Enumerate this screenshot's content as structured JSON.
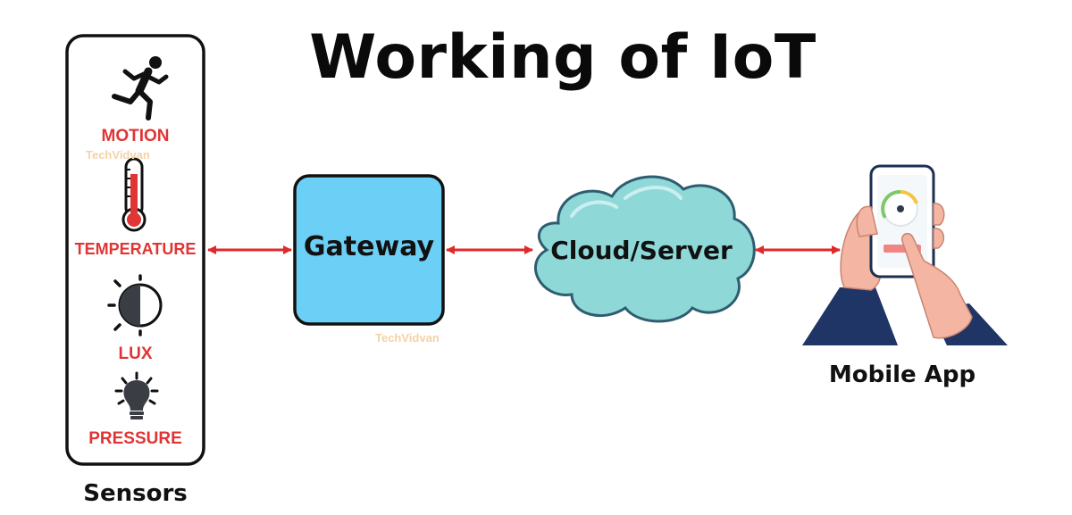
{
  "title": "Working of IoT",
  "sensors": {
    "caption": "Sensors",
    "items": [
      {
        "label": "MOTION",
        "icon": "running-person-icon"
      },
      {
        "label": "TEMPERATURE",
        "icon": "thermometer-icon"
      },
      {
        "label": "LUX",
        "icon": "light-brightness-icon"
      },
      {
        "label": "PRESSURE",
        "icon": "light-bulb-icon"
      }
    ]
  },
  "gateway": {
    "label": "Gateway"
  },
  "cloud": {
    "label": "Cloud/Server"
  },
  "mobile": {
    "caption": "Mobile App",
    "icon": "hand-holding-phone-icon"
  },
  "connectors": [
    "double-arrow",
    "double-arrow",
    "double-arrow"
  ],
  "watermarks": [
    "TechVidvan",
    "TechVidvan"
  ],
  "colors": {
    "sensor_label": "#e03535",
    "arrow": "#e02a2a",
    "gateway_fill": "#6ccff6",
    "cloud_fill": "#8ed9d8",
    "cloud_stroke": "#2f5d70",
    "outline": "#111111"
  }
}
